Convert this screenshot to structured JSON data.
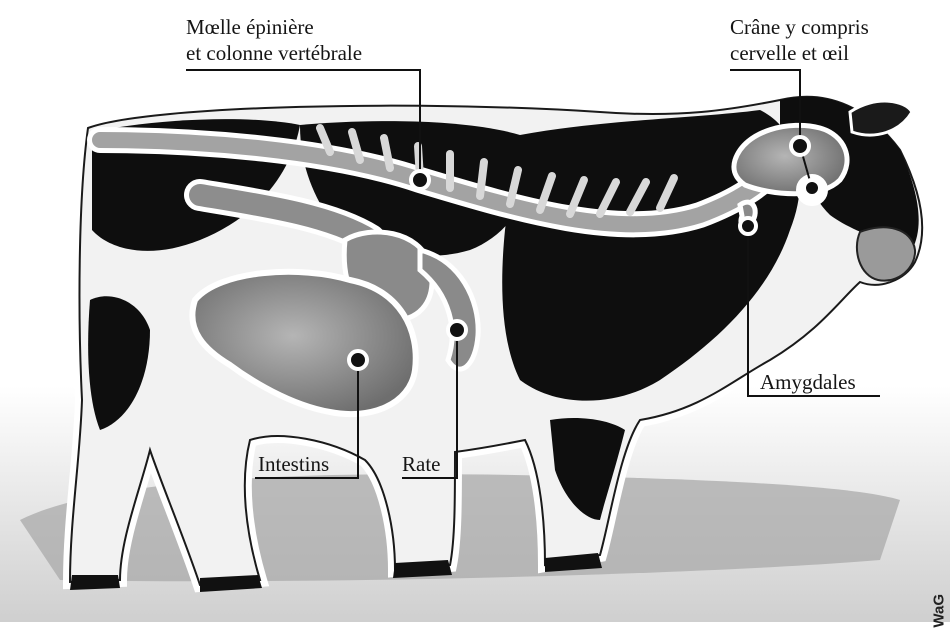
{
  "labels": {
    "spinal_cord": [
      "Mœlle épinière",
      "et colonne vertébrale"
    ],
    "skull": [
      "Crâne y compris",
      "cervelle et œil"
    ],
    "tonsils": "Amygdales",
    "intestines": "Intestins",
    "spleen": "Rate"
  },
  "credit": "WaG",
  "colors": {
    "hide_black": "#0e0e0e",
    "hide_white": "#f4f4f4",
    "organ_fill": "#8a8a8a",
    "bone_fill": "#cfcfcf",
    "marker": "#111111"
  }
}
